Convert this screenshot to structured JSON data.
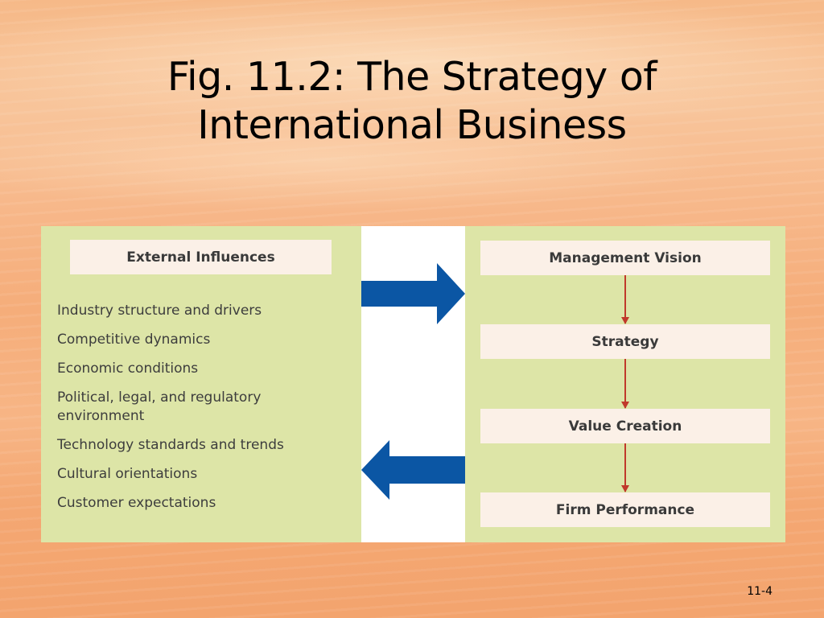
{
  "title": {
    "line1": "Fig. 11.2: The Strategy of",
    "line2": "International Business"
  },
  "external_influences": {
    "header": "External Influences",
    "items": [
      "Industry structure and drivers",
      "Competitive dynamics",
      "Economic conditions",
      "Political, legal, and regulatory environment",
      "Technology standards and trends",
      "Cultural orientations",
      "Customer expectations"
    ]
  },
  "strategy_flow": {
    "stages": [
      "Management Vision",
      "Strategy",
      "Value Creation",
      "Firm Performance"
    ]
  },
  "colors": {
    "panel": "#dde5a7",
    "box": "#fbf0e7",
    "arrow": "#0b56a4",
    "connector": "#c0392b"
  },
  "page_number": "11-4"
}
